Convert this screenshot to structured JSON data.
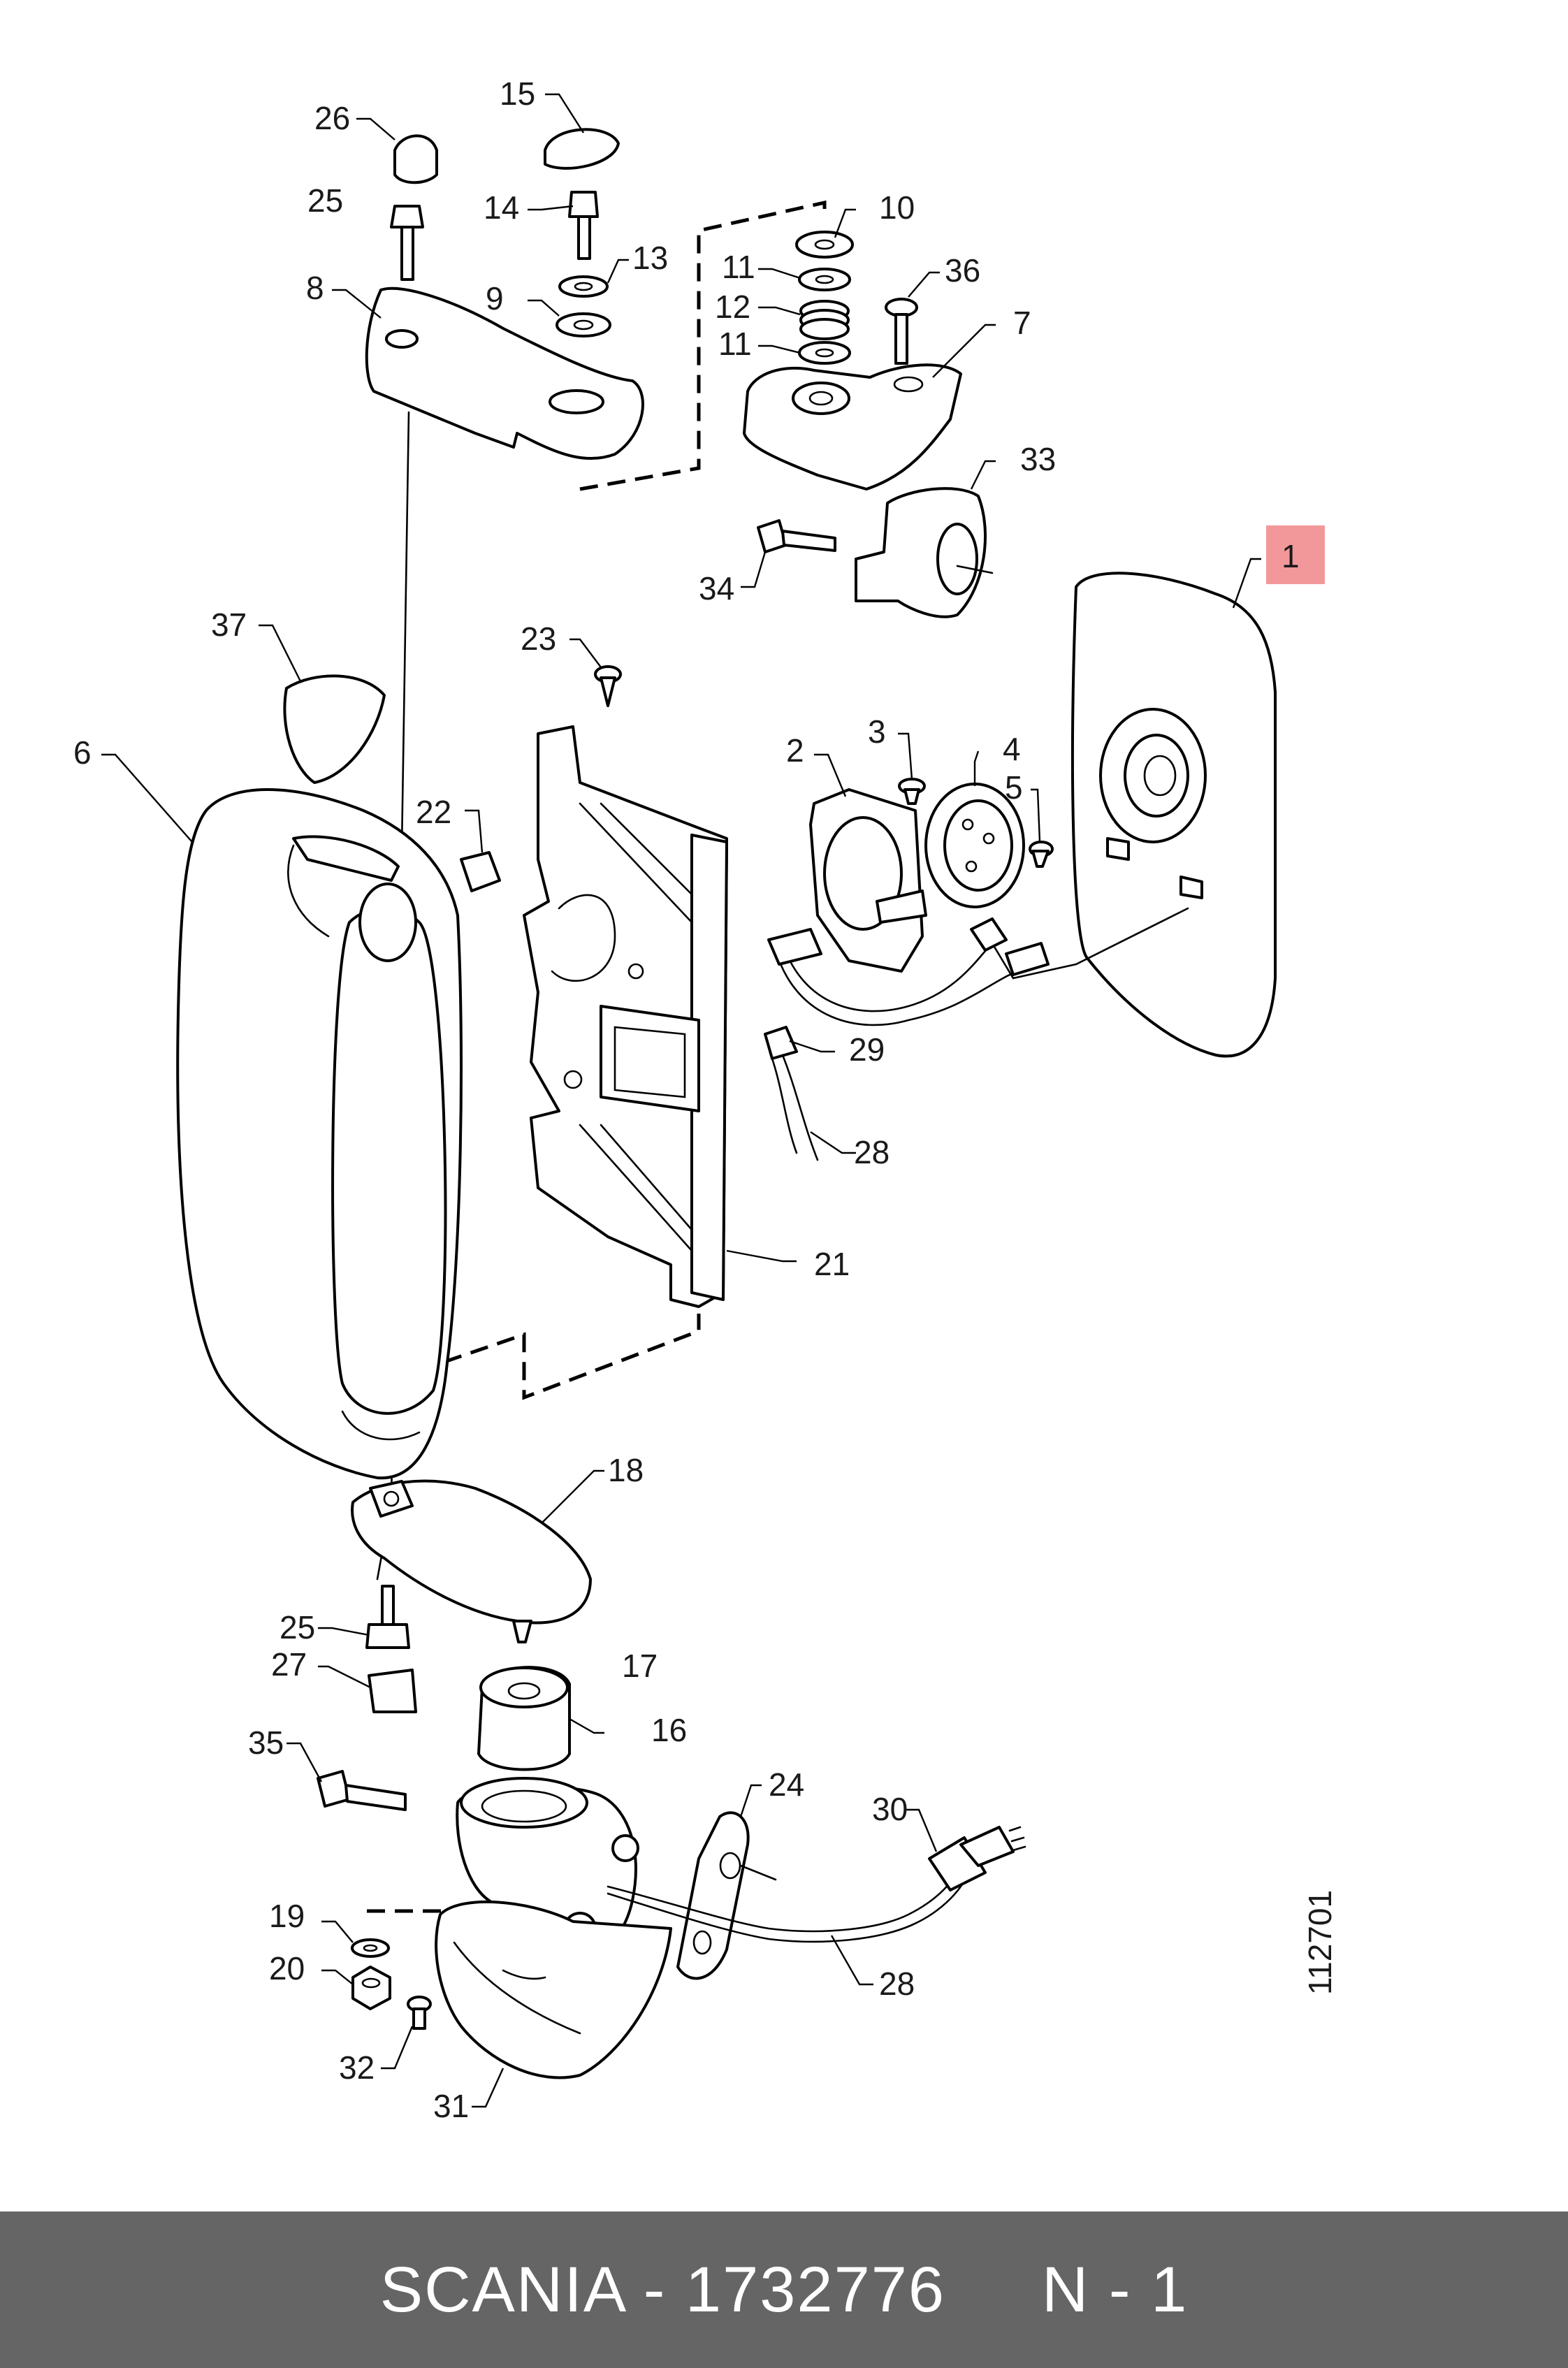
{
  "diagram": {
    "callouts": [
      "1",
      "2",
      "3",
      "4",
      "5",
      "6",
      "7",
      "8",
      "9",
      "10",
      "11",
      "11",
      "12",
      "13",
      "14",
      "15",
      "16",
      "17",
      "18",
      "19",
      "20",
      "21",
      "22",
      "23",
      "24",
      "25",
      "25",
      "26",
      "27",
      "28",
      "28",
      "29",
      "30",
      "31",
      "32",
      "33",
      "34",
      "35",
      "36",
      "37"
    ],
    "highlighted_callout": "1",
    "highlight_color": "#f2989a",
    "drawing_number": "112701"
  },
  "footer": {
    "text": "SCANIA - 1732776     N - 1",
    "background_color": "#656565",
    "text_color": "#ffffff"
  }
}
